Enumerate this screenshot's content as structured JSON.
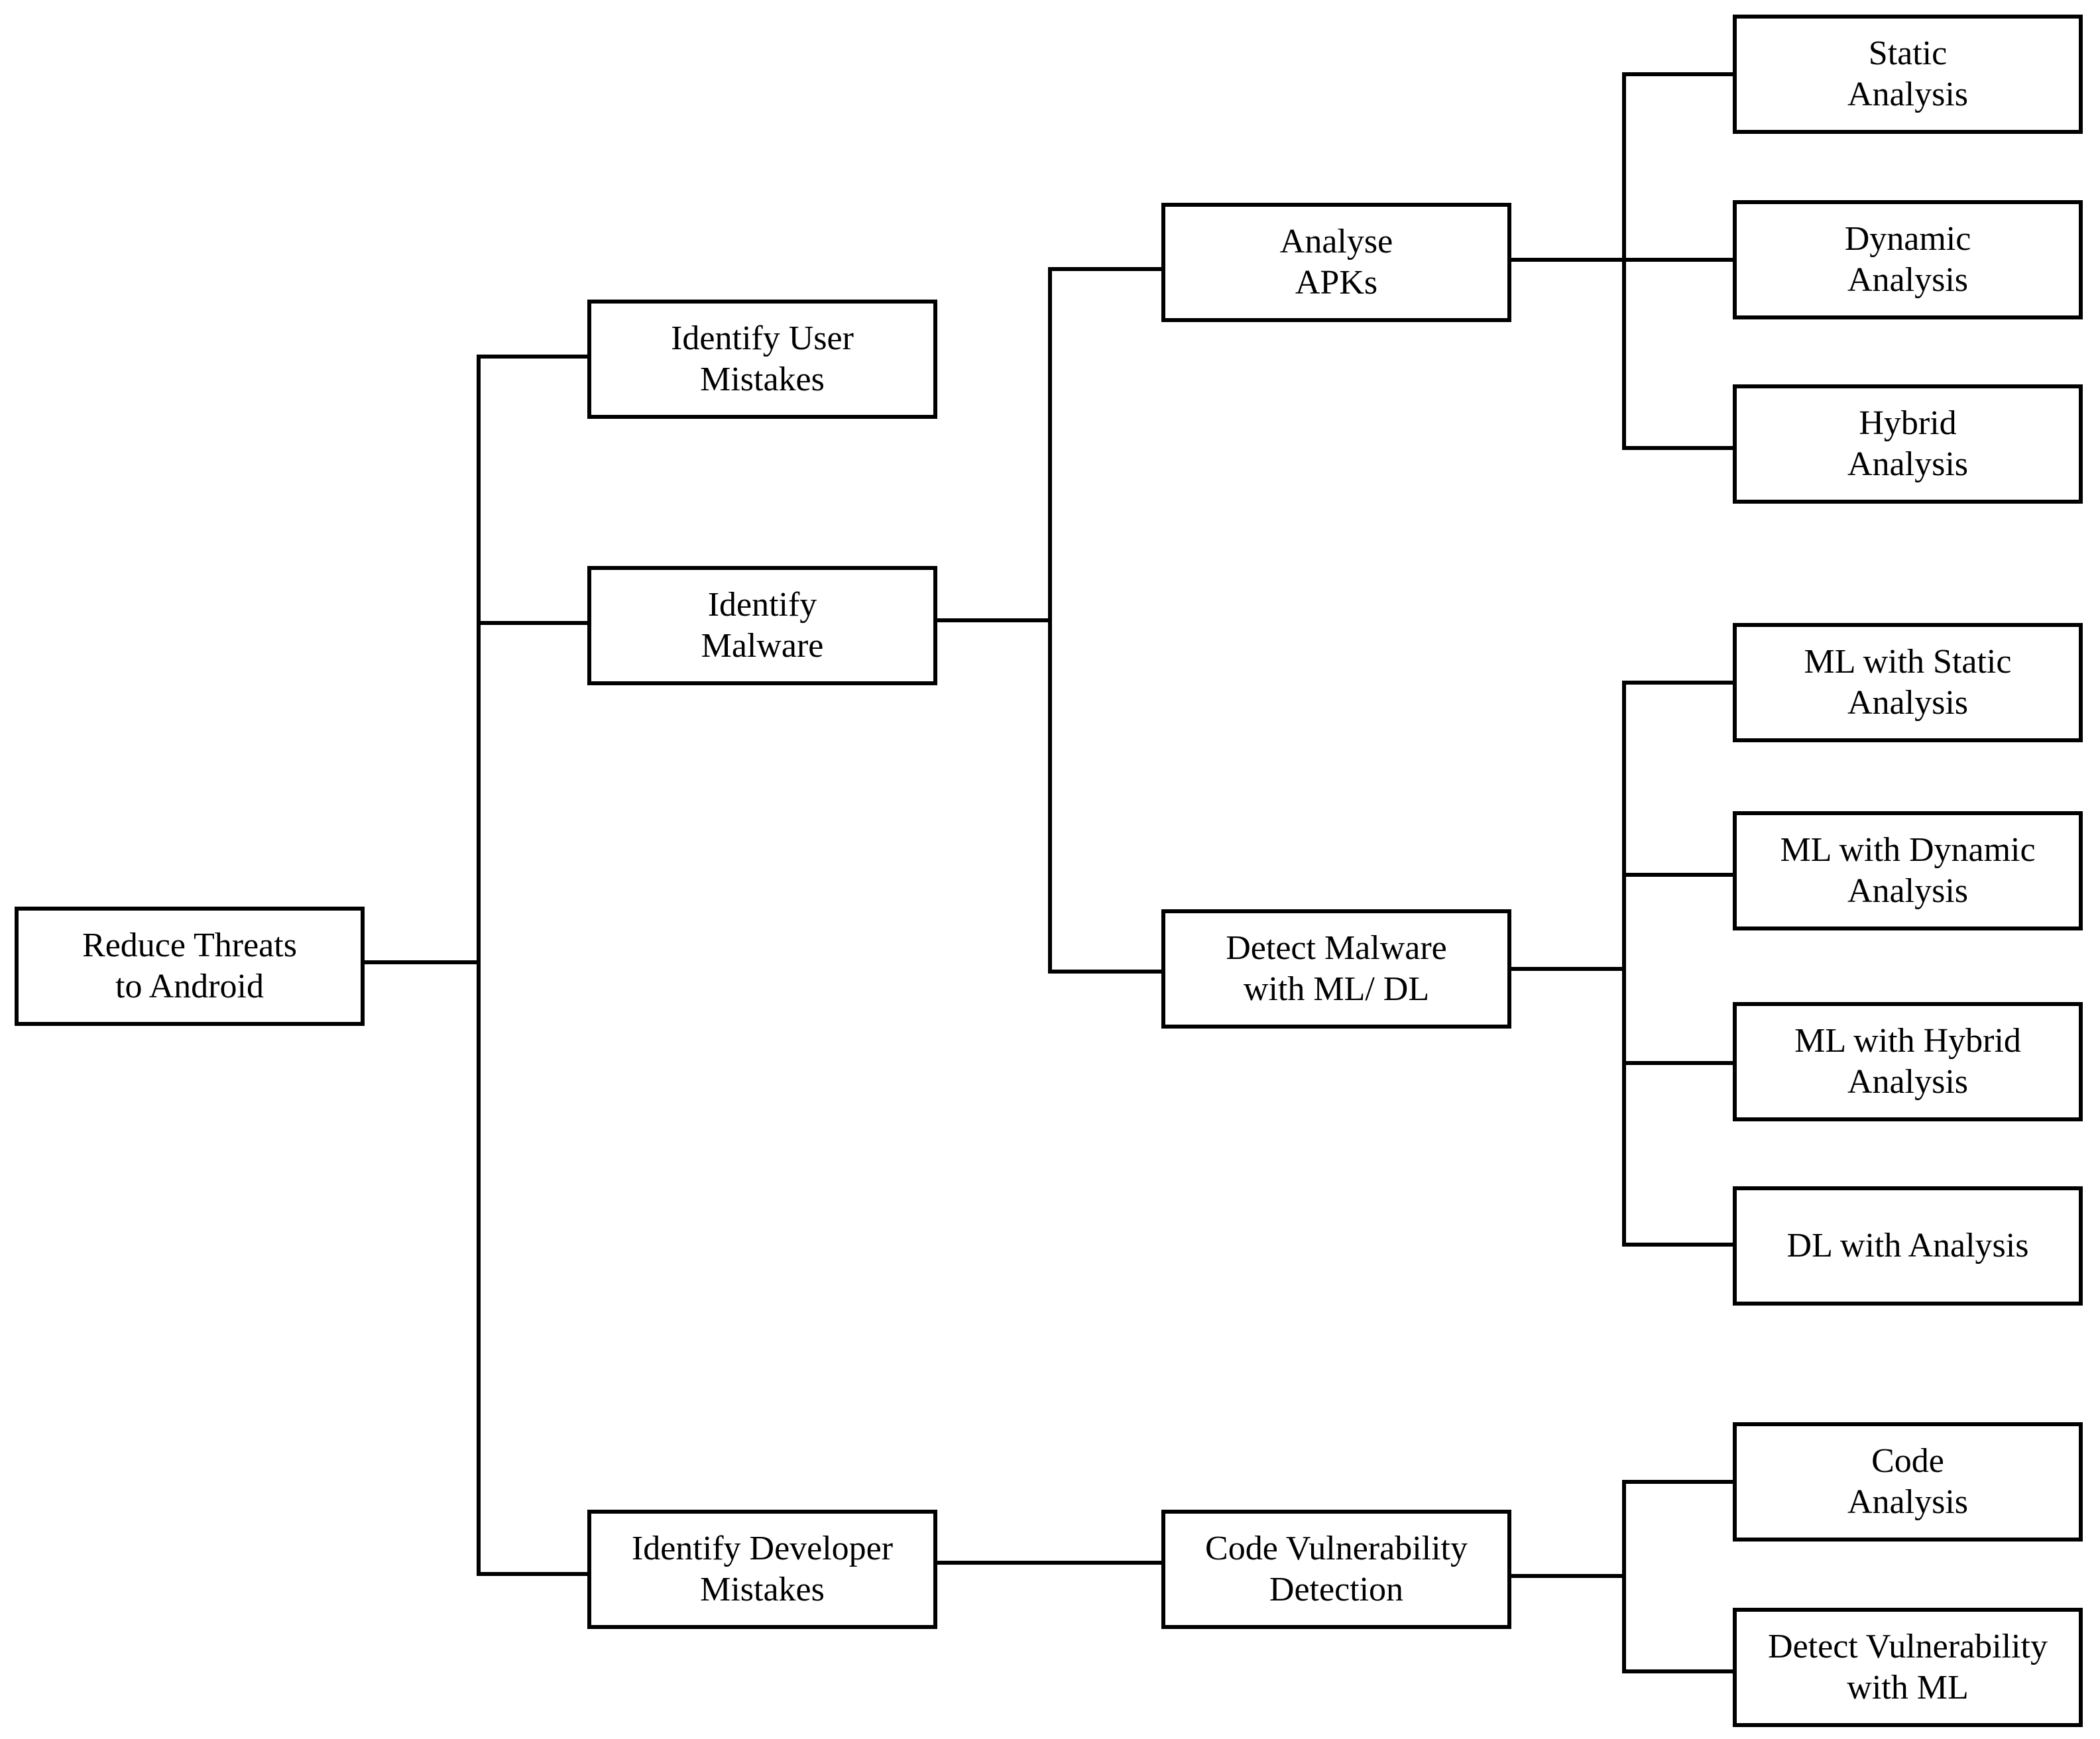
{
  "diagram": {
    "root": {
      "label": "Reduce Threats\nto Android"
    },
    "level1": {
      "user_mistakes": {
        "label": "Identify User\nMistakes"
      },
      "malware": {
        "label": "Identify\nMalware"
      },
      "developer_mistakes": {
        "label": "Identify Developer\nMistakes"
      }
    },
    "level2": {
      "analyse_apks": {
        "label": "Analyse\nAPKs"
      },
      "detect_malware": {
        "label": "Detect Malware\nwith ML/ DL"
      },
      "code_vulnerability": {
        "label": "Code Vulnerability\nDetection"
      }
    },
    "level3": {
      "static_analysis": {
        "label": "Static\nAnalysis"
      },
      "dynamic_analysis": {
        "label": "Dynamic\nAnalysis"
      },
      "hybrid_analysis": {
        "label": "Hybrid\nAnalysis"
      },
      "ml_static": {
        "label": "ML with Static\nAnalysis"
      },
      "ml_dynamic": {
        "label": "ML with Dynamic\nAnalysis"
      },
      "ml_hybrid": {
        "label": "ML with Hybrid\nAnalysis"
      },
      "dl_analysis": {
        "label": "DL with Analysis"
      },
      "code_analysis": {
        "label": "Code\nAnalysis"
      },
      "detect_vuln_ml": {
        "label": "Detect Vulnerability\nwith ML"
      }
    }
  }
}
